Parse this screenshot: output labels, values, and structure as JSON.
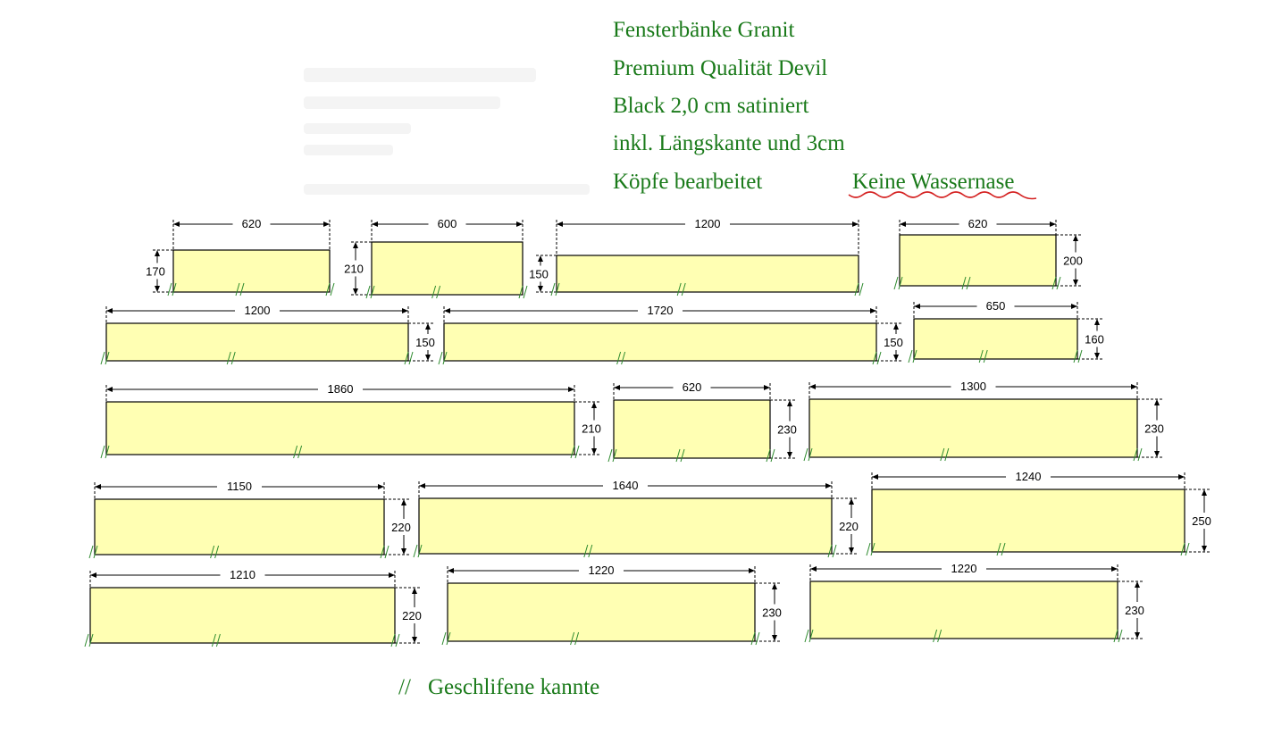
{
  "header": {
    "lines": [
      "Fensterbänke Granit",
      "Premium Qualität Devil",
      "Black 2,0 cm satiniert",
      "inkl. Längskante und 3cm",
      "Köpfe bearbeitet"
    ],
    "note": "Keine Wassernase"
  },
  "legend": {
    "symbol": "//",
    "text": "Geschlifene kannte"
  },
  "colors": {
    "slab_fill": "#ffffb3",
    "text_green": "#1a7a1a",
    "edge_mark": "#2e8b2e",
    "underline": "#d42020"
  },
  "slabs": [
    {
      "length": "620",
      "depth": "170",
      "depth_side": "left"
    },
    {
      "length": "600",
      "depth": "210",
      "depth_side": "left"
    },
    {
      "length": "1200",
      "depth": "150",
      "depth_side": "left"
    },
    {
      "length": "620",
      "depth": "200",
      "depth_side": "right"
    },
    {
      "length": "1200",
      "depth": "150",
      "depth_side": "right"
    },
    {
      "length": "1720",
      "depth": "150",
      "depth_side": "right"
    },
    {
      "length": "650",
      "depth": "160",
      "depth_side": "right"
    },
    {
      "length": "1860",
      "depth": "210",
      "depth_side": "right"
    },
    {
      "length": "620",
      "depth": "230",
      "depth_side": "right"
    },
    {
      "length": "1300",
      "depth": "230",
      "depth_side": "right"
    },
    {
      "length": "1150",
      "depth": "220",
      "depth_side": "right"
    },
    {
      "length": "1640",
      "depth": "220",
      "depth_side": "right"
    },
    {
      "length": "1240",
      "depth": "250",
      "depth_side": "right"
    },
    {
      "length": "1210",
      "depth": "220",
      "depth_side": "right"
    },
    {
      "length": "1220",
      "depth": "230",
      "depth_side": "right"
    },
    {
      "length": "1220",
      "depth": "230",
      "depth_side": "right"
    }
  ]
}
